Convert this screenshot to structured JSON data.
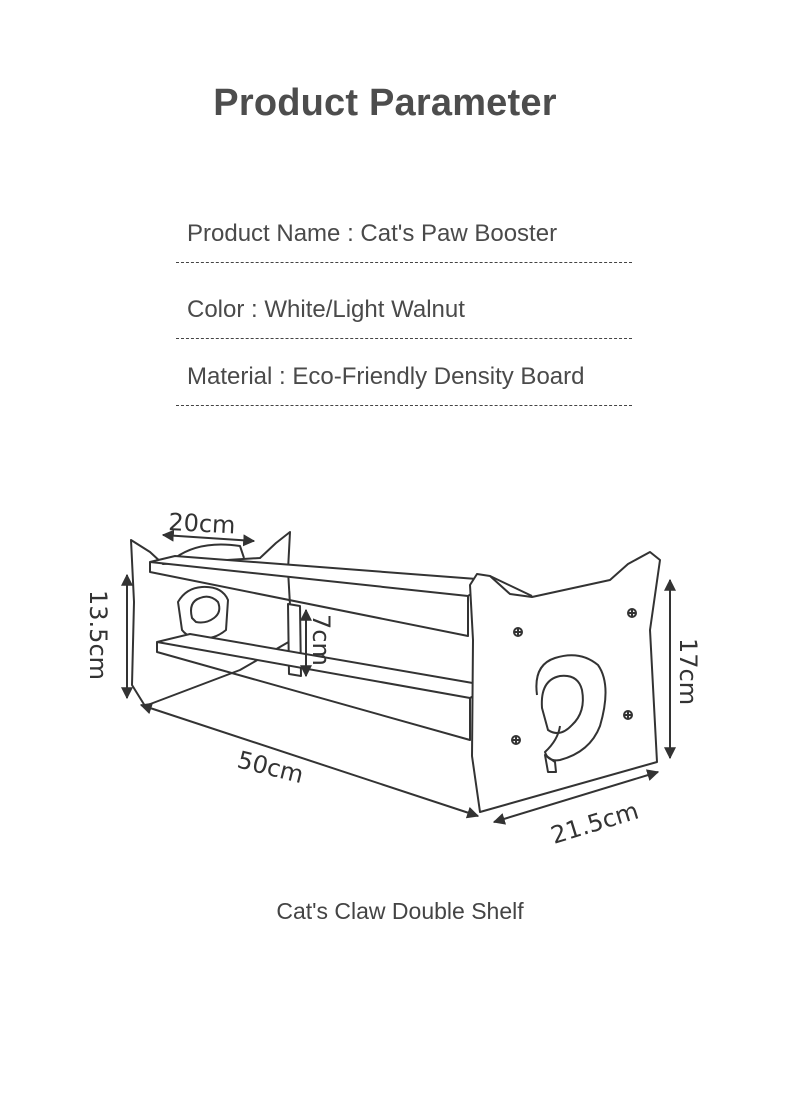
{
  "title": "Product Parameter",
  "params": [
    {
      "text": "Product Name : Cat's Paw Booster"
    },
    {
      "text": "Color : White/Light Walnut"
    },
    {
      "text": "Material : Eco-Friendly Density Board"
    }
  ],
  "dimensions": {
    "top_depth": "20cm",
    "left_height": "13.5cm",
    "inner_height": "7cm",
    "right_height": "17cm",
    "length": "50cm",
    "depth": "21.5cm"
  },
  "caption": "Cat's Claw Double Shelf"
}
